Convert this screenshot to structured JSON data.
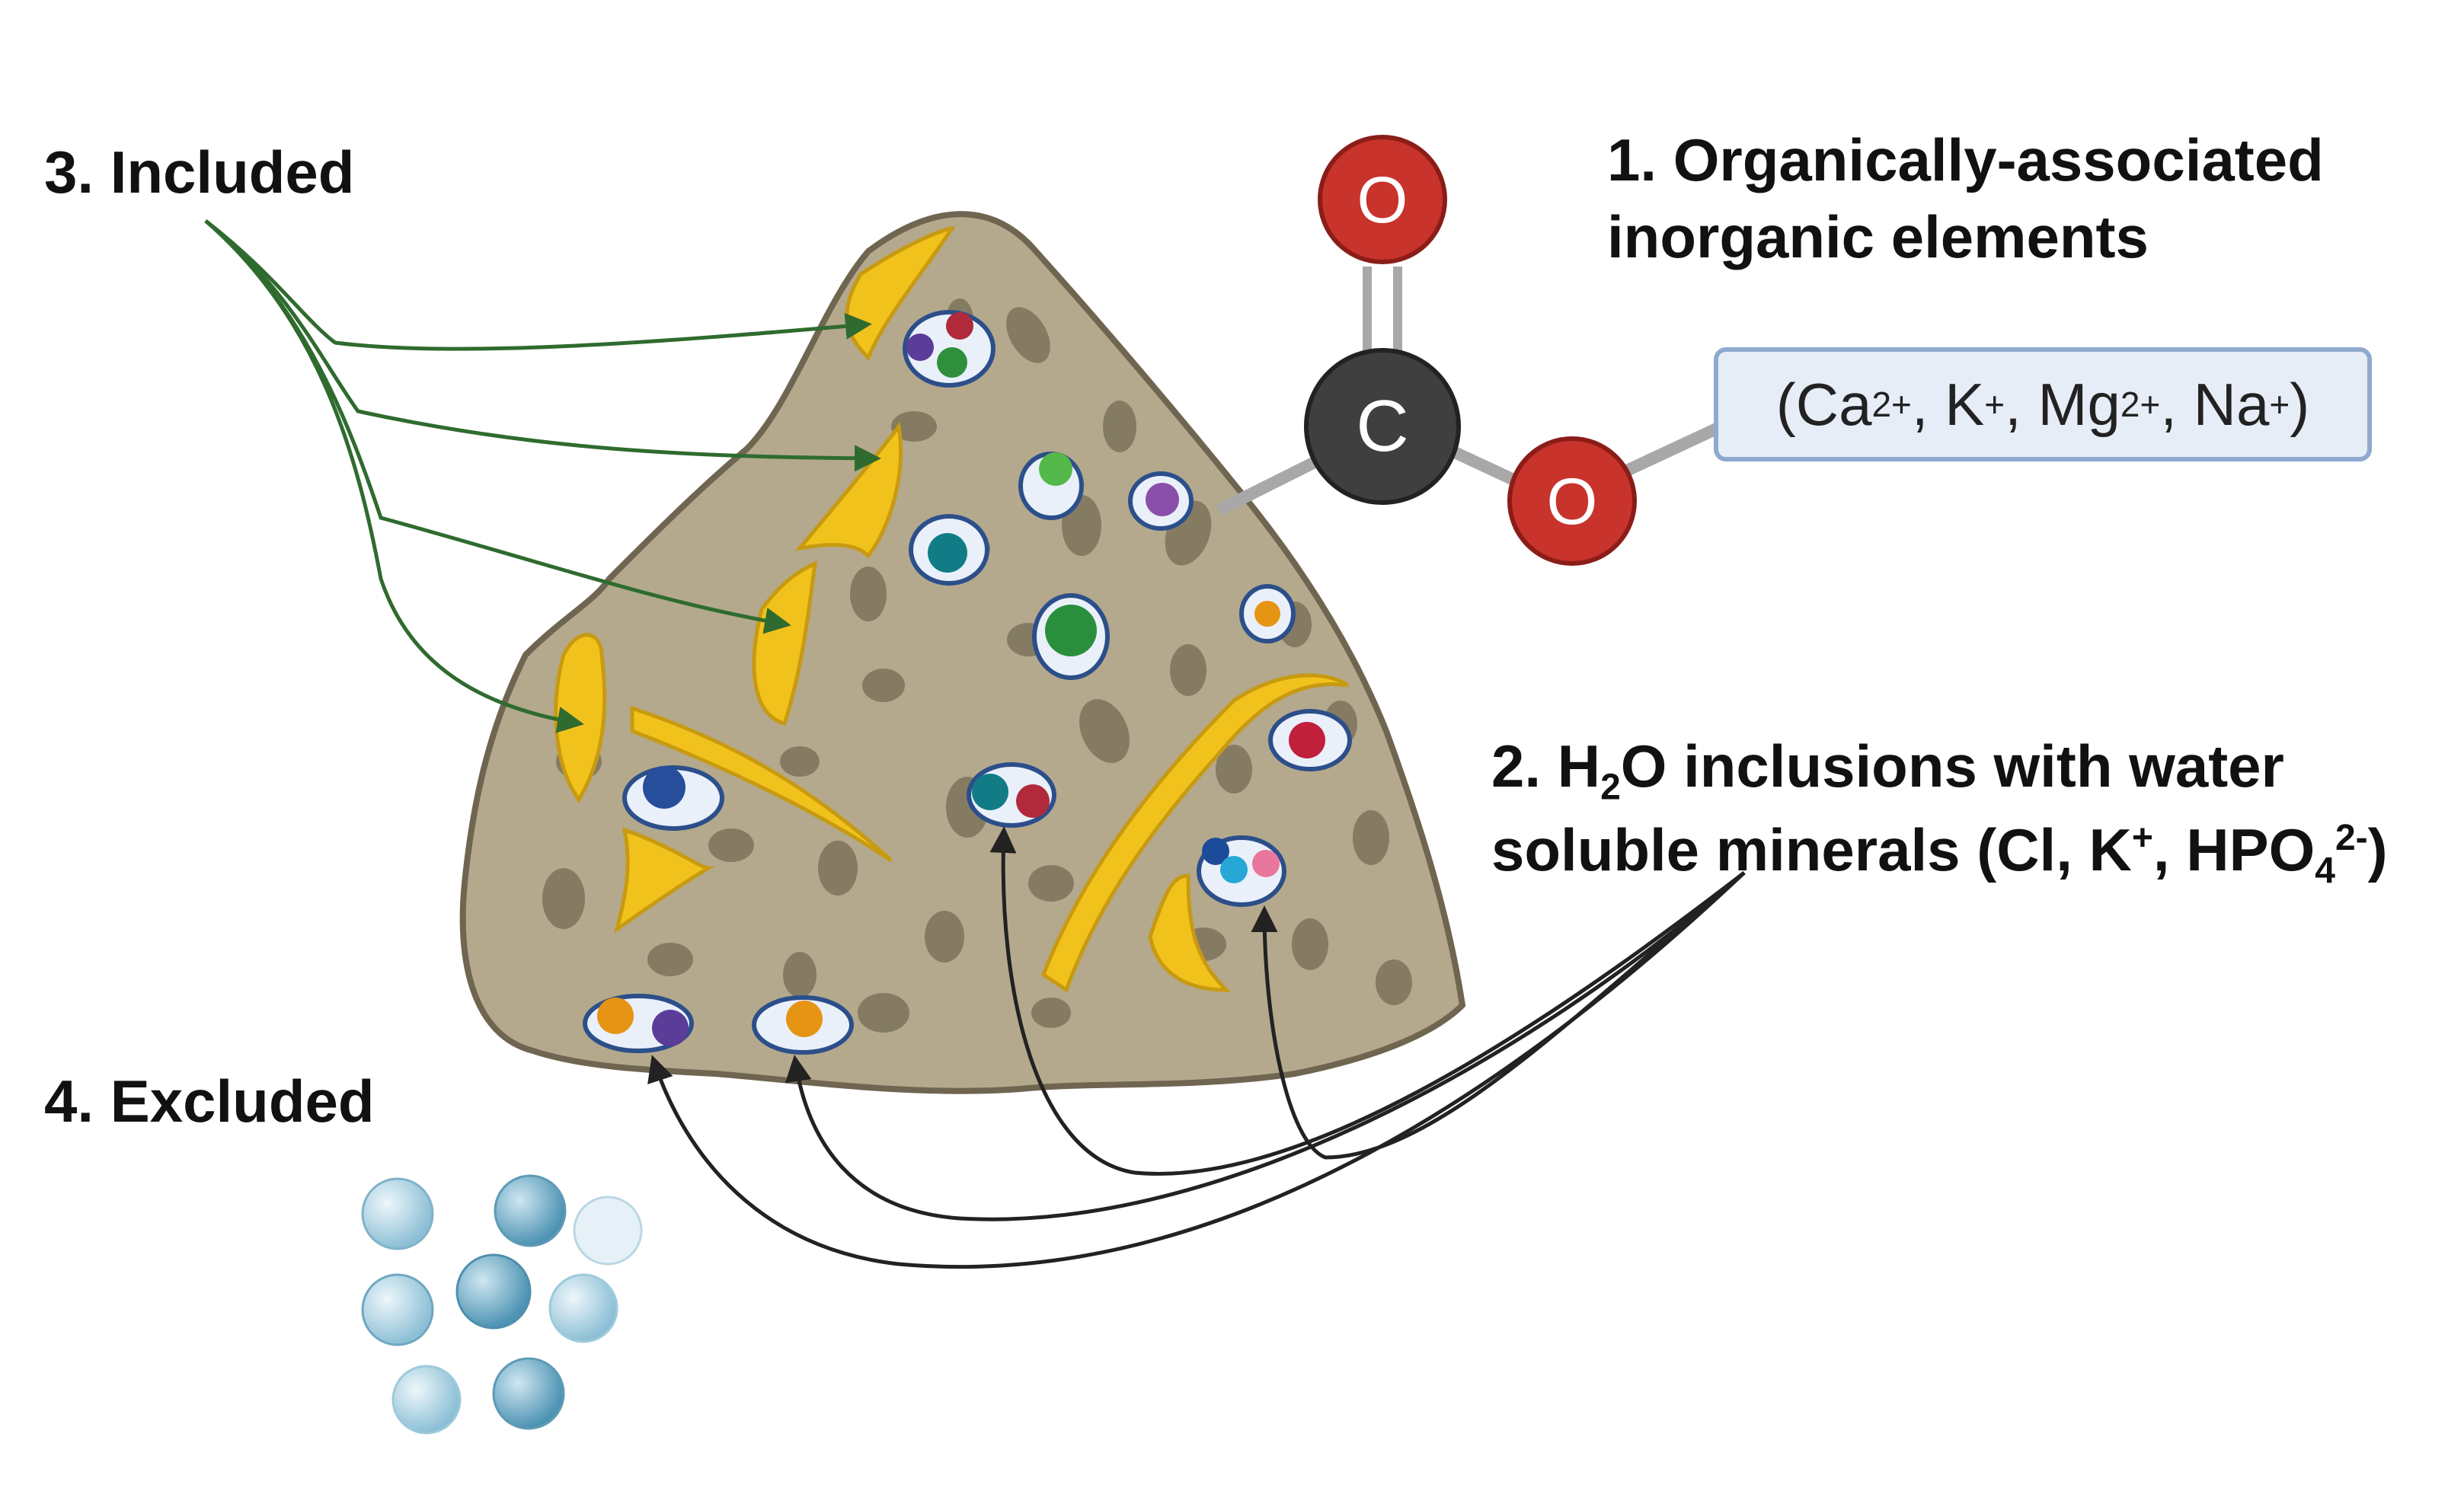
{
  "labels": {
    "included": "3. Included",
    "excluded": "4. Excluded",
    "organic_line1": "1. Organically-associated",
    "organic_line2": "inorganic elements",
    "inclusions_line1_pre": "2. H",
    "inclusions_line1_sub": "2",
    "inclusions_line1_post": "O inclusions with water",
    "inclusions_line2_pre": "soluble minerals (Cl, K",
    "inclusions_line2_k_sup": "+",
    "inclusions_line2_mid": ", HPO",
    "inclusions_line2_sub": "4",
    "inclusions_line2_sup": "2-",
    "inclusions_line2_post": ")"
  },
  "ion_box": {
    "open": "(Ca",
    "ca_sup": "2+",
    "k": ", K",
    "k_sup": "+",
    "mg": ", Mg",
    "mg_sup": "2+",
    "na": ", Na",
    "na_sup": "+",
    "close": ")"
  },
  "molecule": {
    "center_atom": "C",
    "top_atom": "O",
    "side_atom": "O"
  },
  "colors": {
    "rock": "#b4a98d",
    "rock_outline": "#6f6550",
    "pore": "#857b63",
    "mineral": "#f2c21c",
    "oxygen": "#c8332b",
    "carbon": "#3f3f3f",
    "included_arrow": "#2f6b2f",
    "inclusion_arrow": "#222222",
    "water_bead": "#9dc8dc"
  }
}
